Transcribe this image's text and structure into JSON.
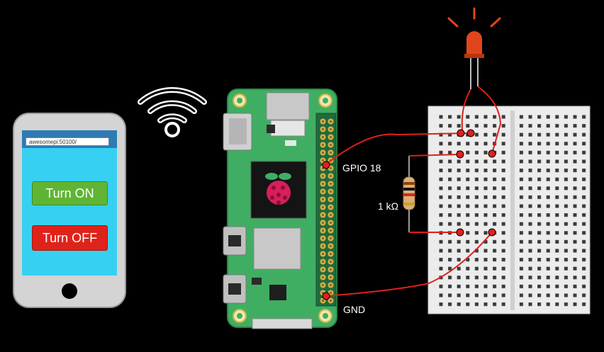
{
  "phone": {
    "url": "awesomepi:50100/",
    "buttons": [
      {
        "label": "Turn ON",
        "color": "#5fb533"
      },
      {
        "label": "Turn OFF",
        "color": "#e0231a"
      }
    ],
    "screen_color": "#36d1f2"
  },
  "labels": {
    "gpio": "GPIO 18",
    "gnd": "GND",
    "resistor": "1 kΩ"
  },
  "colors": {
    "wire": "#e0201b",
    "board": "#3fae63",
    "led": "#e0461b"
  },
  "icons": [
    "wifi-icon",
    "raspberry-logo-icon"
  ]
}
